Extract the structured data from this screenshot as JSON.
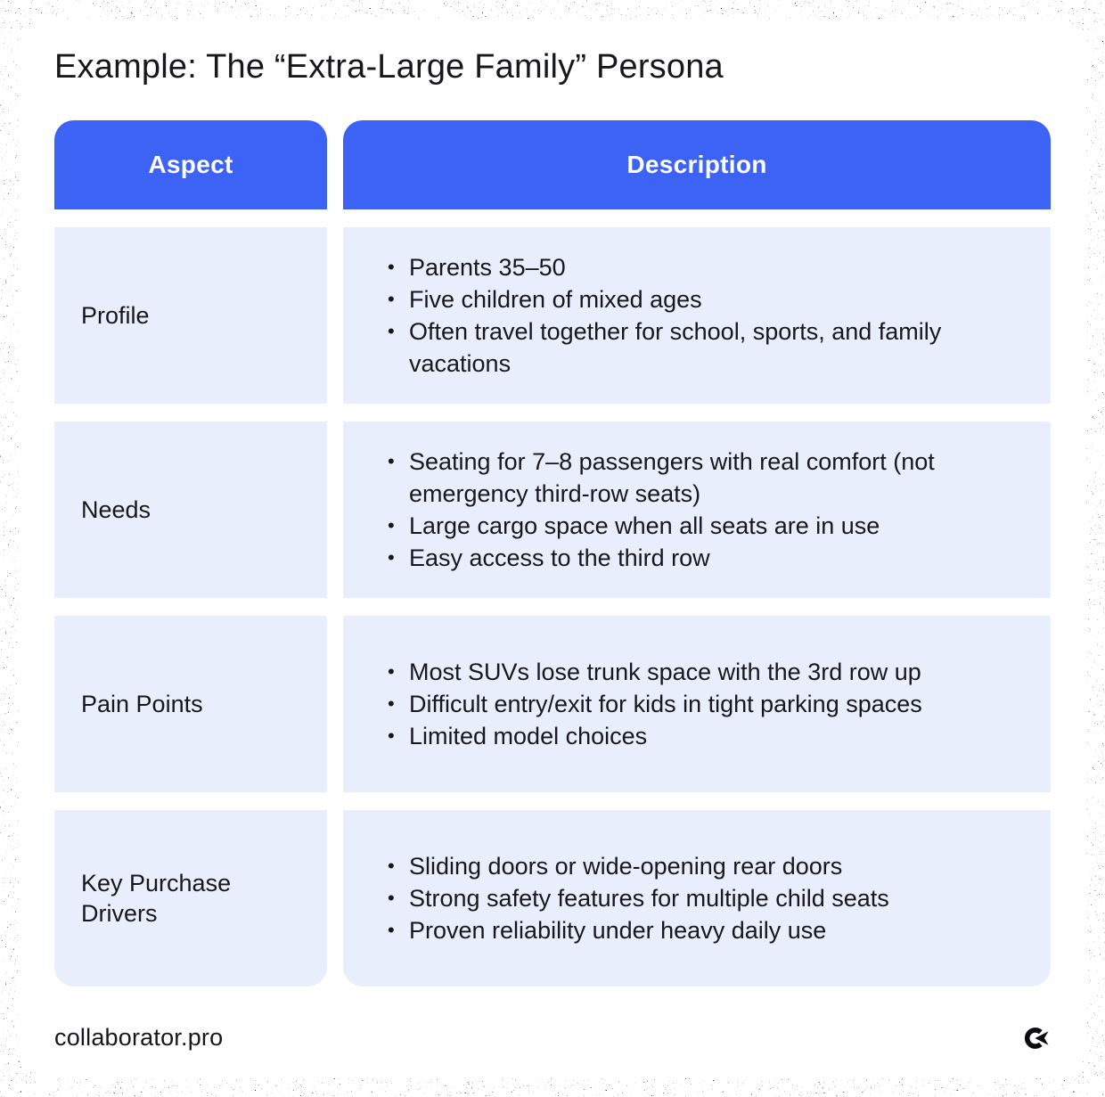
{
  "page": {
    "title": "Example: The “Extra-Large Family” Persona"
  },
  "table": {
    "bullet_glyph": "•",
    "headers": [
      "Aspect",
      "Description"
    ],
    "rows": [
      {
        "aspect": "Profile",
        "bullets": [
          "Parents 35–50",
          "Five children of mixed ages",
          "Often travel together for school, sports, and family vacations"
        ]
      },
      {
        "aspect": "Needs",
        "bullets": [
          "Seating for 7–8 passengers with real comfort (not emergency third-row seats)",
          "Large cargo space when all seats are in use",
          "Easy access to the third row"
        ]
      },
      {
        "aspect": "Pain Points",
        "bullets": [
          "Most SUVs lose trunk space with the 3rd row up",
          "Difficult entry/exit for kids in tight parking spaces",
          "Limited model choices"
        ]
      },
      {
        "aspect": "Key Purchase Drivers",
        "bullets": [
          "Sliding doors or wide-opening rear doors",
          "Strong safety features for multiple child seats",
          "Proven reliability under heavy daily use"
        ]
      }
    ]
  },
  "footer": {
    "site": "collaborator.pro",
    "logo": "collaborator-c-arrow-logo"
  },
  "colors": {
    "accent_blue": "#3d63f4",
    "row_background": "#e9eefc",
    "text": "#17181b",
    "card": "#ffffff",
    "border": "#000000"
  }
}
